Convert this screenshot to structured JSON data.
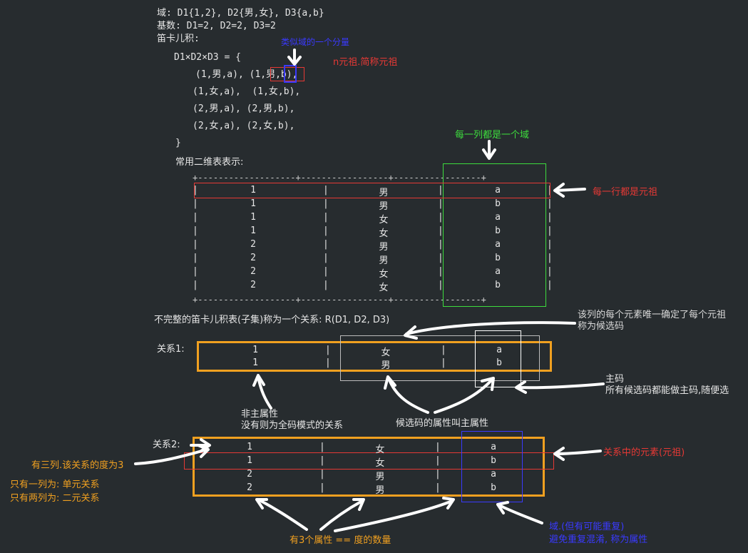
{
  "header": {
    "line1": "域: D1{1,2}, D2{男,女}, D3{a,b}",
    "line2": "基数: D1=2, D2=2, D3=2",
    "line3": "笛卡儿积:"
  },
  "product": {
    "head": "D1×D2×D3 = {",
    "rows": [
      "(1,男,a), (1,男,b),",
      "(1,女,a),  (1,女,b),",
      "(2,男,a), (2,男,b),",
      "(2,女,a), (2,女,b),"
    ],
    "close": "}"
  },
  "table_title": "常用二维表表示:",
  "table_border_top": "+-------------------+-----------------+-----------------+",
  "table_border_bottom": "+-------------------+-----------------+-----------------+",
  "table_rows": [
    [
      "1",
      "男",
      "a"
    ],
    [
      "1",
      "男",
      "b"
    ],
    [
      "1",
      "女",
      "a"
    ],
    [
      "1",
      "女",
      "b"
    ],
    [
      "2",
      "男",
      "a"
    ],
    [
      "2",
      "男",
      "b"
    ],
    [
      "2",
      "女",
      "a"
    ],
    [
      "2",
      "女",
      "b"
    ]
  ],
  "relation_def": "不完整的笛卡儿积表(子集)称为一个关系: R(D1, D2, D3)",
  "relation1": {
    "label": "关系1:",
    "rows": [
      [
        "1",
        "女",
        "a"
      ],
      [
        "1",
        "男",
        "b"
      ]
    ]
  },
  "relation2": {
    "label": "关系2:",
    "rows": [
      [
        "1",
        "女",
        "a"
      ],
      [
        "1",
        "女",
        "b"
      ],
      [
        "2",
        "男",
        "a"
      ],
      [
        "2",
        "男",
        "b"
      ]
    ]
  },
  "annotations": {
    "component": "类似域的一个分量",
    "ntuple": "n元祖.简称元祖",
    "each_column": "每一列都是一个域",
    "each_row": "每一行都是元祖",
    "candidate_key": "该列的每个元素唯一确定了每个元祖\n称为候选码",
    "primary_key": "主码\n所有候选码都能做主码,随便选",
    "non_prime": "非主属性\n没有则为全码模式的关系",
    "prime_attr": "候选码的属性叫主属性",
    "three_cols": "有三列.该关系的度为3",
    "unary": "只有一列为: 单元关系",
    "binary": "只有两列为: 二元关系",
    "element": "关系中的元素(元祖)",
    "attributes": "有3个属性 == 度的数量",
    "domain_note": "域.(但有可能重复)\n避免重复混淆, 称为属性"
  },
  "colors": {
    "red": "#e53935",
    "green": "#3ddc3d",
    "orange": "#f0a020",
    "blue": "#3a3aff",
    "white": "#e6e6e6",
    "bg": "#272c2f"
  }
}
